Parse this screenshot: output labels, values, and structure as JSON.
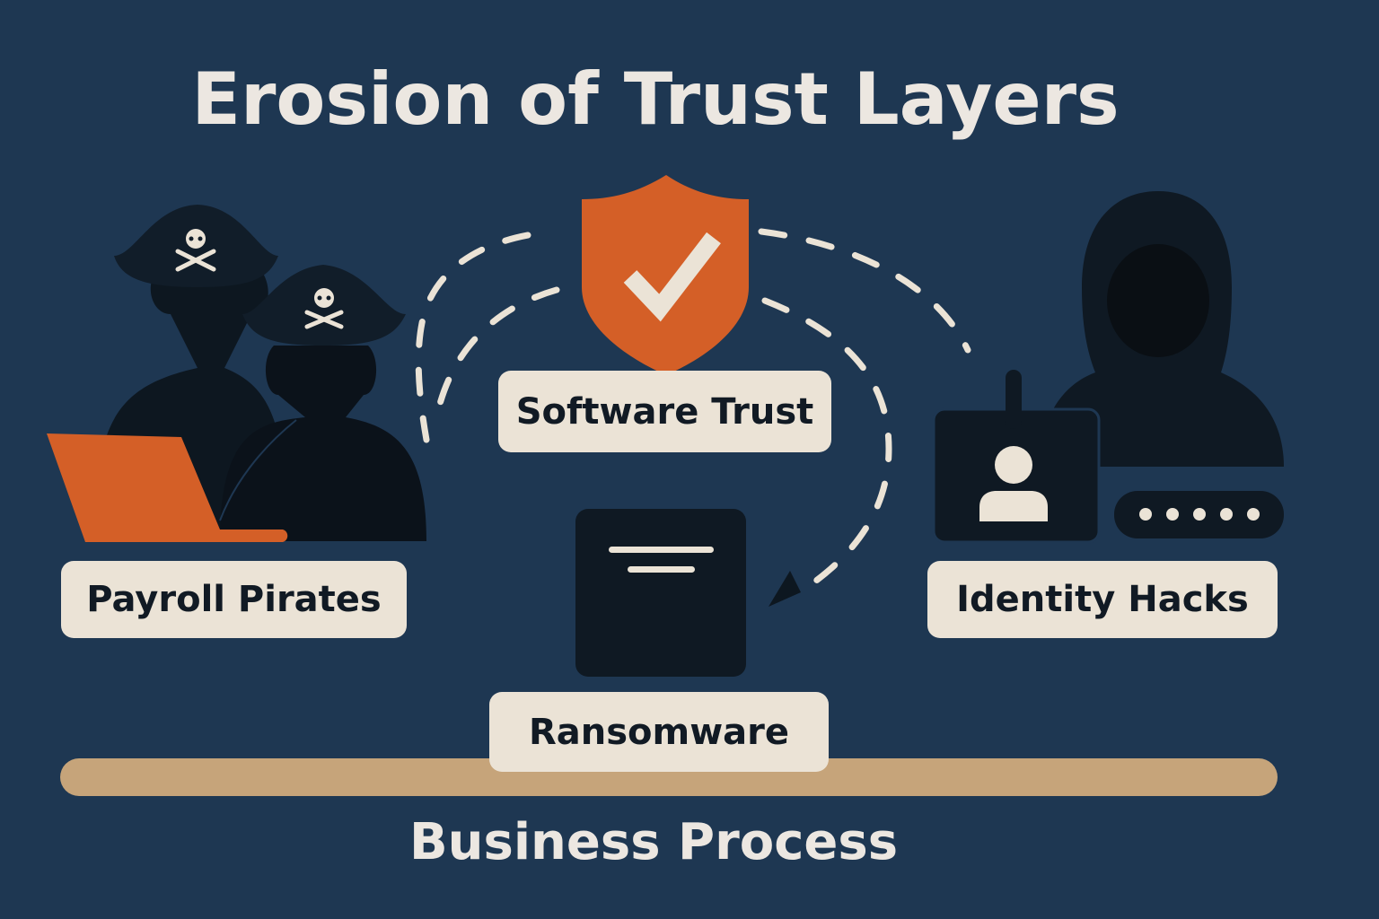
{
  "title": "Erosion of Trust Layers",
  "nodes": [
    {
      "id": "payroll-pirates",
      "label": "Payroll Pirates",
      "icon": "pirates-with-laptop-icon"
    },
    {
      "id": "software-trust",
      "label": "Software Trust",
      "icon": "shield-check-icon"
    },
    {
      "id": "identity-hacks",
      "label": "Identity Hacks",
      "icon": "hooded-hacker-id-badge-icon"
    },
    {
      "id": "ransomware",
      "label": "Ransomware",
      "icon": "locked-document-icon"
    }
  ],
  "foundation": {
    "label": "Business Process"
  },
  "colors": {
    "background": "#1e3752",
    "accent_orange": "#d45f27",
    "label_bg": "#ebe3d6",
    "silhouette": "#0d1720",
    "foundation_bar": "#c6a47a",
    "text_light": "#ece7e1"
  },
  "password_mask": "•••••"
}
